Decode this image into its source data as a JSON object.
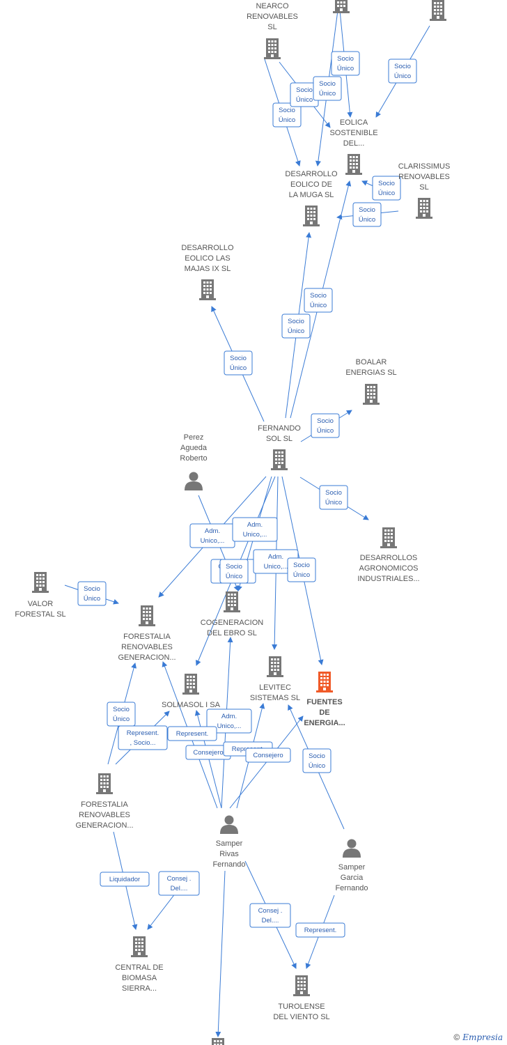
{
  "colors": {
    "edge": "#3a7bd5",
    "company": "#777777",
    "focus": "#f05a28",
    "person": "#777777"
  },
  "nodes": [
    {
      "id": "nearco",
      "type": "company",
      "label": [
        "NEARCO",
        "RENOVABLES",
        "SL"
      ]
    },
    {
      "id": "topcomp1",
      "type": "company",
      "label": []
    },
    {
      "id": "topcomp2",
      "type": "company",
      "label": []
    },
    {
      "id": "eolica",
      "type": "company",
      "label": [
        "EOLICA",
        "SOSTENIBLE",
        "DEL..."
      ]
    },
    {
      "id": "clarissimus",
      "type": "company",
      "label": [
        "CLARISSIMUS",
        "RENOVABLES",
        "SL"
      ]
    },
    {
      "id": "desmuga",
      "type": "company",
      "label": [
        "DESARROLLO",
        "EOLICO DE",
        "LA MUGA SL"
      ]
    },
    {
      "id": "desmajas",
      "type": "company",
      "label": [
        "DESARROLLO",
        "EOLICO LAS",
        "MAJAS IX  SL"
      ]
    },
    {
      "id": "boalar",
      "type": "company",
      "label": [
        "BOALAR",
        "ENERGIAS  SL"
      ]
    },
    {
      "id": "fernandosol",
      "type": "company",
      "label": [
        "FERNANDO",
        "SOL SL"
      ]
    },
    {
      "id": "perez",
      "type": "person",
      "label": [
        "Perez",
        "Agueda",
        "Roberto"
      ]
    },
    {
      "id": "desagro",
      "type": "company",
      "label": [
        "DESARROLLOS",
        "AGRONOMICOS",
        "INDUSTRIALES..."
      ]
    },
    {
      "id": "valor",
      "type": "company",
      "label": [
        "VALOR",
        "FORESTAL SL"
      ]
    },
    {
      "id": "forestalia1",
      "type": "company",
      "label": [
        "FORESTALIA",
        "RENOVABLES",
        "GENERACION..."
      ]
    },
    {
      "id": "cogen",
      "type": "company",
      "label": [
        "COGENERACION",
        "DEL EBRO  SL"
      ]
    },
    {
      "id": "solmasol",
      "type": "company",
      "label": [
        "SOLMASOL I SA"
      ]
    },
    {
      "id": "levitec",
      "type": "company",
      "label": [
        "LEVITEC",
        "SISTEMAS  SL"
      ]
    },
    {
      "id": "fuentes",
      "type": "focus",
      "label": [
        "FUENTES",
        "DE",
        "ENERGIA..."
      ]
    },
    {
      "id": "forestalia2",
      "type": "company",
      "label": [
        "FORESTALIA",
        "RENOVABLES",
        "GENERACION..."
      ]
    },
    {
      "id": "samperrivas",
      "type": "person",
      "label": [
        "Samper",
        "Rivas",
        "Fernando"
      ]
    },
    {
      "id": "sampergarcia",
      "type": "person",
      "label": [
        "Samper",
        "Garcia",
        "Fernando"
      ]
    },
    {
      "id": "central",
      "type": "company",
      "label": [
        "CENTRAL DE",
        "BIOMASA",
        "SIERRA..."
      ]
    },
    {
      "id": "turolense",
      "type": "company",
      "label": [
        "TUROLENSE",
        "DEL VIENTO SL"
      ]
    },
    {
      "id": "bottomcomp",
      "type": "company",
      "label": []
    }
  ],
  "edge_labels": [
    [
      "Socio",
      "Único"
    ],
    [
      "Socio",
      "Único"
    ],
    [
      "Socio",
      "Único"
    ],
    [
      "Socio",
      "Único"
    ],
    [
      "Socio",
      "Único"
    ],
    [
      "Socio",
      "Único"
    ],
    [
      "Socio",
      "Único"
    ],
    [
      "Socio",
      "Único"
    ],
    [
      "Socio",
      "Único"
    ],
    [
      "Socio",
      "Único"
    ],
    [
      "Socio",
      "Único"
    ],
    [
      "Socio",
      "Único"
    ],
    [
      "Adm.",
      "Unico,..."
    ],
    [
      "Adm.",
      "Unico,..."
    ],
    [
      "Consejero",
      "Unico"
    ],
    [
      "Socio",
      "Único"
    ],
    [
      "Adm.",
      "Unico,..."
    ],
    [
      "Socio",
      "Único"
    ],
    [
      "Socio",
      "Único"
    ],
    [
      "Socio",
      "Único"
    ],
    [
      "Represent.",
      ", Socio..."
    ],
    [
      "Adm.",
      "Unico,..."
    ],
    [
      "Represent."
    ],
    [
      "Consejero"
    ],
    [
      "Represent."
    ],
    [
      "Consejero"
    ],
    [
      "Socio",
      "Único"
    ],
    [
      "Liquidador"
    ],
    [
      "Consej .",
      "Del...."
    ],
    [
      "Consej .",
      "Del...."
    ],
    [
      "Represent."
    ]
  ],
  "footer": {
    "copyright": "©",
    "brand": "Empresia"
  }
}
